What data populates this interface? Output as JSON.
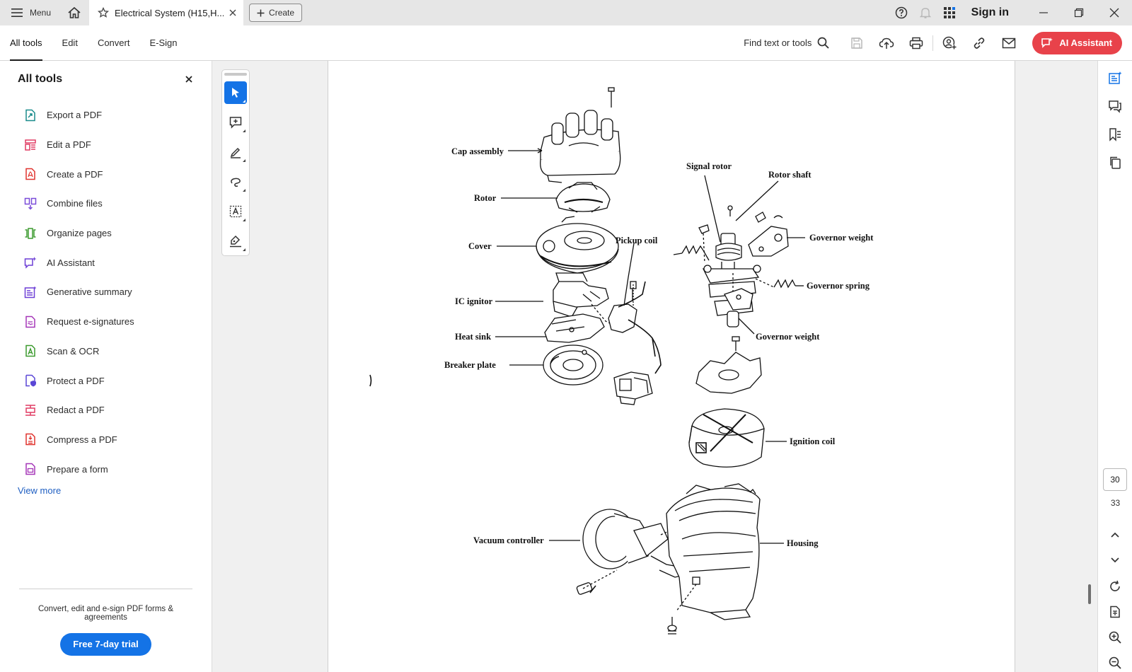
{
  "titlebar": {
    "menu_label": "Menu",
    "tab_title": "Electrical System (H15,H...",
    "create_label": "Create",
    "sign_in_label": "Sign in"
  },
  "toolbar": {
    "tabs": [
      {
        "label": "All tools",
        "active": true
      },
      {
        "label": "Edit",
        "active": false
      },
      {
        "label": "Convert",
        "active": false
      },
      {
        "label": "E-Sign",
        "active": false
      }
    ],
    "find_label": "Find text or tools",
    "ai_assistant_label": "AI Assistant"
  },
  "left_panel": {
    "title": "All tools",
    "tools": [
      {
        "label": "Export a PDF",
        "icon": "export-pdf-icon",
        "color": "#1a8c8c"
      },
      {
        "label": "Edit a PDF",
        "icon": "edit-pdf-icon",
        "color": "#e03b63"
      },
      {
        "label": "Create a PDF",
        "icon": "create-pdf-icon",
        "color": "#e0332e"
      },
      {
        "label": "Combine files",
        "icon": "combine-files-icon",
        "color": "#7a4cd9"
      },
      {
        "label": "Organize pages",
        "icon": "organize-pages-icon",
        "color": "#3c9a2e"
      },
      {
        "label": "AI Assistant",
        "icon": "ai-assistant-icon",
        "color": "#6d3fd6"
      },
      {
        "label": "Generative summary",
        "icon": "generative-summary-icon",
        "color": "#6d3fd6"
      },
      {
        "label": "Request e-signatures",
        "icon": "request-esignatures-icon",
        "color": "#a537b8"
      },
      {
        "label": "Scan & OCR",
        "icon": "scan-ocr-icon",
        "color": "#3c9a2e"
      },
      {
        "label": "Protect a PDF",
        "icon": "protect-pdf-icon",
        "color": "#5a47d6"
      },
      {
        "label": "Redact a PDF",
        "icon": "redact-pdf-icon",
        "color": "#e03b63"
      },
      {
        "label": "Compress a PDF",
        "icon": "compress-pdf-icon",
        "color": "#e0332e"
      },
      {
        "label": "Prepare a form",
        "icon": "prepare-form-icon",
        "color": "#a537b8"
      }
    ],
    "view_more_label": "View more",
    "promo_text": "Convert, edit and e-sign PDF forms & agreements",
    "trial_button_label": "Free 7-day trial"
  },
  "diagram": {
    "labels": {
      "cap_assembly": "Cap assembly",
      "rotor": "Rotor",
      "cover": "Cover",
      "pickup_coil": "Pickup coil",
      "ic_ignitor": "IC ignitor",
      "heat_sink": "Heat sink",
      "breaker_plate": "Breaker plate",
      "signal_rotor": "Signal rotor",
      "rotor_shaft": "Rotor shaft",
      "governor_weight_top": "Governor weight",
      "governor_spring": "Governor spring",
      "governor_weight_bottom": "Governor weight",
      "ignition_coil": "Ignition coil",
      "vacuum_controller": "Vacuum controller",
      "housing": "Housing"
    }
  },
  "page_nav": {
    "current_page": "30",
    "total_pages": "33"
  },
  "colors": {
    "accent_blue": "#1473e6",
    "ai_red": "#e8424a"
  }
}
